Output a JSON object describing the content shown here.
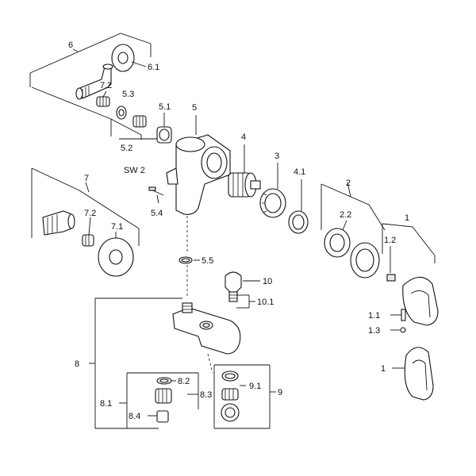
{
  "diagram": {
    "labels": {
      "l6": "6",
      "l61": "6.1",
      "l72a": "7.2",
      "l53": "5.3",
      "l52": "5.2",
      "l51": "5.1",
      "l5": "5",
      "l4": "4",
      "l3": "3",
      "l41": "4.1",
      "l2": "2",
      "l22": "2.2",
      "l1": "1",
      "l12": "1.2",
      "l11": "1.1",
      "l13": "1.3",
      "l1b": "1",
      "l7": "7",
      "l72b": "7.2",
      "l71": "7.1",
      "lsw2": "SW 2",
      "l54": "5.4",
      "l55": "5.5",
      "l10": "10",
      "l101": "10.1",
      "l8": "8",
      "l82": "8.2",
      "l83": "8.3",
      "l81": "8.1",
      "l84": "8.4",
      "l91": "9.1",
      "l9": "9"
    }
  }
}
